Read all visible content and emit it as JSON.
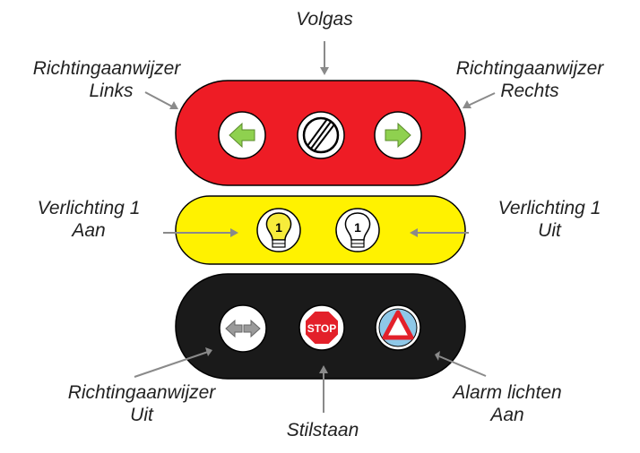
{
  "labels": {
    "volgas": "Volgas",
    "left_indicator": [
      "Richtingaanwijzer",
      "Links"
    ],
    "right_indicator": [
      "Richtingaanwijzer",
      "Rechts"
    ],
    "light_on": [
      "Verlichting 1",
      "Aan"
    ],
    "light_off": [
      "Verlichting 1",
      "Uit"
    ],
    "indicator_off": [
      "Richtingaanwijzer",
      "Uit"
    ],
    "hazard_on": [
      "Alarm lichten",
      "Aan"
    ],
    "stop": "Stilstaan"
  },
  "buttons": {
    "stop_text": "STOP"
  },
  "panels": {
    "top_color": "#ee1c25",
    "middle_color": "#fff200",
    "bottom_color": "#1a1a1a"
  },
  "colors": {
    "arrow_green": "#8fd14f",
    "arrow_gray": "#9a9a9a",
    "stop_red": "#e3202a",
    "hazard_blue": "#8ec8e8",
    "bulb_yellow": "#f7ec3b"
  }
}
